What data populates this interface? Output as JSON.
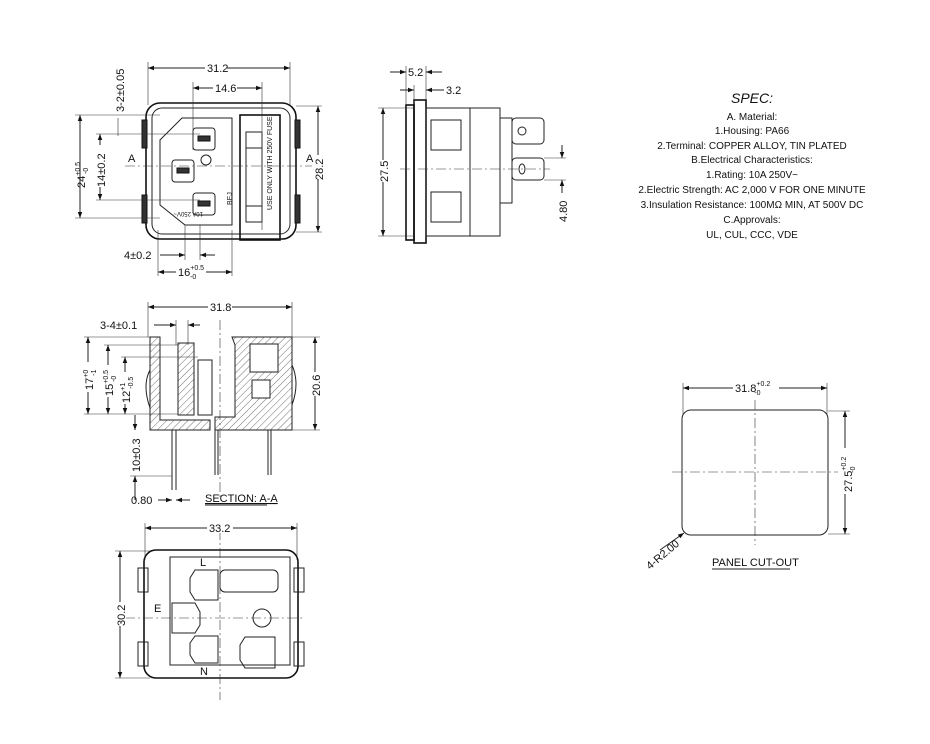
{
  "front_view": {
    "dims": {
      "width": "31.2",
      "pitch": "14.6",
      "height": "28.2",
      "body_h": "24",
      "body_h_tol_up": "+0.5",
      "body_h_tol_dn": "-0",
      "pin_span": "14±0.2",
      "mount": "3-2±0.05",
      "pin_w": "4±0.2",
      "pin_gap": "16",
      "pin_gap_tol_up": "+0.5",
      "pin_gap_tol_dn": "-0"
    },
    "section_mark": "A",
    "fuse_label": "USE ONLY WITH 250V FUSE",
    "rating_label": "10A 250V~",
    "brand_label": "BEJ"
  },
  "side_view": {
    "dims": {
      "flange": "5.2",
      "lip": "3.2",
      "height": "27.5",
      "tab": "4.80"
    }
  },
  "section_view": {
    "title": "SECTION: A-A",
    "dims": {
      "width": "31.8",
      "height": "20.6",
      "d17": "17",
      "d17_up": "+0",
      "d17_dn": "-1",
      "d15": "15",
      "d15_up": "+0.5",
      "d15_dn": "-0",
      "d12": "12",
      "d12_up": "+1",
      "d12_dn": "-0.5",
      "pins": "3-4±0.1",
      "pin_len": "10±0.3",
      "pin_thk": "0.80"
    }
  },
  "bottom_view": {
    "dims": {
      "width": "33.2",
      "height": "30.2"
    },
    "labels": {
      "line": "L",
      "neutral": "N",
      "earth": "E"
    }
  },
  "panel_cutout": {
    "title": "PANEL CUT-OUT",
    "width": "31.8",
    "width_up": "+0.2",
    "width_dn": "-0",
    "height": "27.5",
    "height_up": "+0.2",
    "height_dn": "-0",
    "radius": "4-R2.00"
  },
  "spec": {
    "title": "SPEC:",
    "lines": [
      "A. Material:",
      "1.Housing: PA66",
      "2.Terminal: COPPER ALLOY, TIN PLATED",
      "B.Electrical Characteristics:",
      "1.Rating:  10A 250V~",
      "2.Electric Strength: AC 2,000 V FOR ONE MINUTE",
      "3.Insulation Resistance: 100MΩ MIN, AT 500V DC",
      "C.Approvals:",
      "UL, CUL, CCC, VDE"
    ]
  }
}
